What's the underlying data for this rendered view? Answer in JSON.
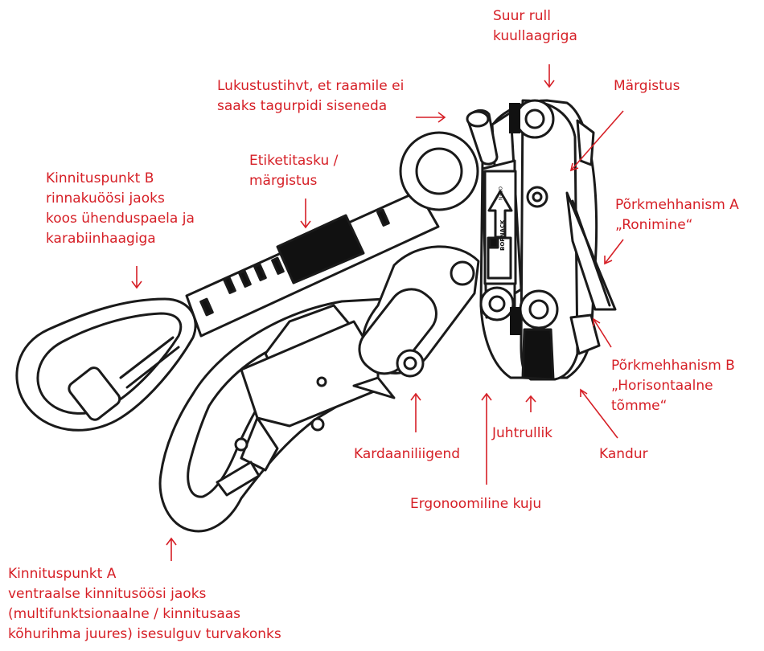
{
  "colors": {
    "label": "#d61f26",
    "line": "#1a1a1a",
    "band": "#111111",
    "background": "#ffffff"
  },
  "device_text": {
    "oben": "OBEN",
    "brand": "BORNACK"
  },
  "labels": {
    "suur_rull": [
      "Suur rull",
      "kuullaagriga"
    ],
    "lukustustihvt": [
      "Lukustustihvt, et raamile ei",
      "saaks tagurpidi siseneda"
    ],
    "margistus": [
      "Märgistus"
    ],
    "etiketitasku": [
      "Etiketitasku /",
      "märgistus"
    ],
    "kinnituspunkt_b": [
      "Kinnituspunkt B",
      "rinnakuöösi jaoks",
      "koos ühenduspaela ja",
      "karabiinhaagiga"
    ],
    "porkmehhanism_a": [
      "Põrkmehhanism A",
      "„Ronimine“"
    ],
    "porkmehhanism_b": [
      "Põrkmehhanism B",
      "„Horisontaalne",
      "tõmme“"
    ],
    "kardaaniliigend": [
      "Kardaaniliigend"
    ],
    "juhtrullik": [
      "Juhtrullik"
    ],
    "kandur": [
      "Kandur"
    ],
    "ergonoomiline": [
      "Ergonoomiline kuju"
    ],
    "kinnituspunkt_a": [
      "Kinnituspunkt A",
      "ventraalse kinnitusöösi jaoks",
      "(multifunktsionaalne / kinnitusaas",
      "kõhurihma juures) isesulguv turvakonks"
    ]
  }
}
